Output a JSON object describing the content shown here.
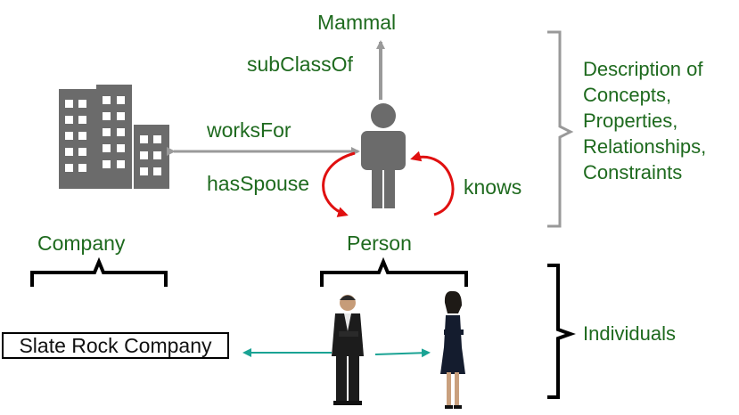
{
  "diagram": {
    "nodes": {
      "mammal": "Mammal",
      "company": "Company",
      "person": "Person",
      "slate_rock_company": "Slate Rock Company"
    },
    "edges": {
      "subclass_of": "subClassOf",
      "works_for": "worksFor",
      "has_spouse": "hasSpouse",
      "knows": "knows"
    },
    "description": {
      "line1": "Description of",
      "line2": "Concepts,",
      "line3": "Properties,",
      "line4": "Relationships,",
      "line5": "Constraints"
    },
    "individuals_label": "Individuals"
  },
  "colors": {
    "label_text": "#1e6a1e",
    "gray_arrow": "#9a9a9a",
    "icon_gray": "#6b6b6b",
    "red_arrow": "#e01010",
    "teal_arrow": "#1aa394",
    "bracket_gray": "#999999",
    "bracket_black": "#000000"
  }
}
